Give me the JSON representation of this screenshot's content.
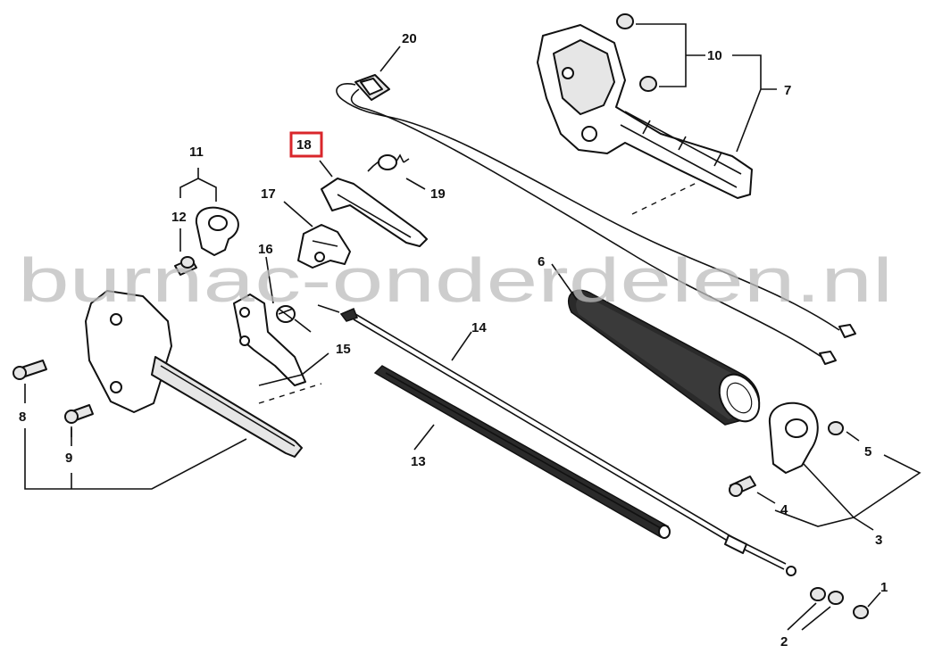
{
  "watermark": "burnac-onderdelen.nl",
  "highlight_color": "#d9262b",
  "highlighted_part": "18",
  "callouts": [
    "1",
    "2",
    "3",
    "4",
    "5",
    "6",
    "7",
    "8",
    "9",
    "10",
    "11",
    "12",
    "13",
    "14",
    "15",
    "16",
    "17",
    "18",
    "19",
    "20"
  ]
}
